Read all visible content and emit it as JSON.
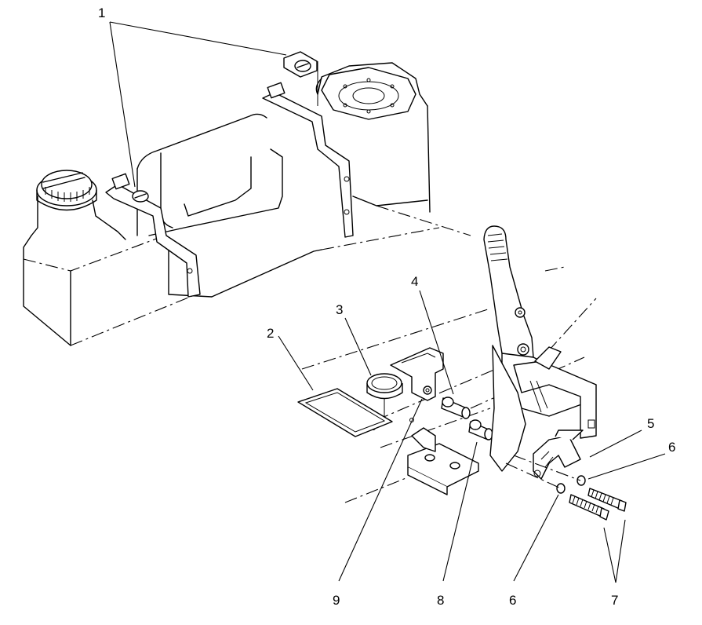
{
  "callouts": {
    "c1": "1",
    "c2": "2",
    "c3": "3",
    "c4": "4",
    "c5": "5",
    "c6a": "6",
    "c6b": "6",
    "c7": "7",
    "c8": "8",
    "c9": "9"
  }
}
